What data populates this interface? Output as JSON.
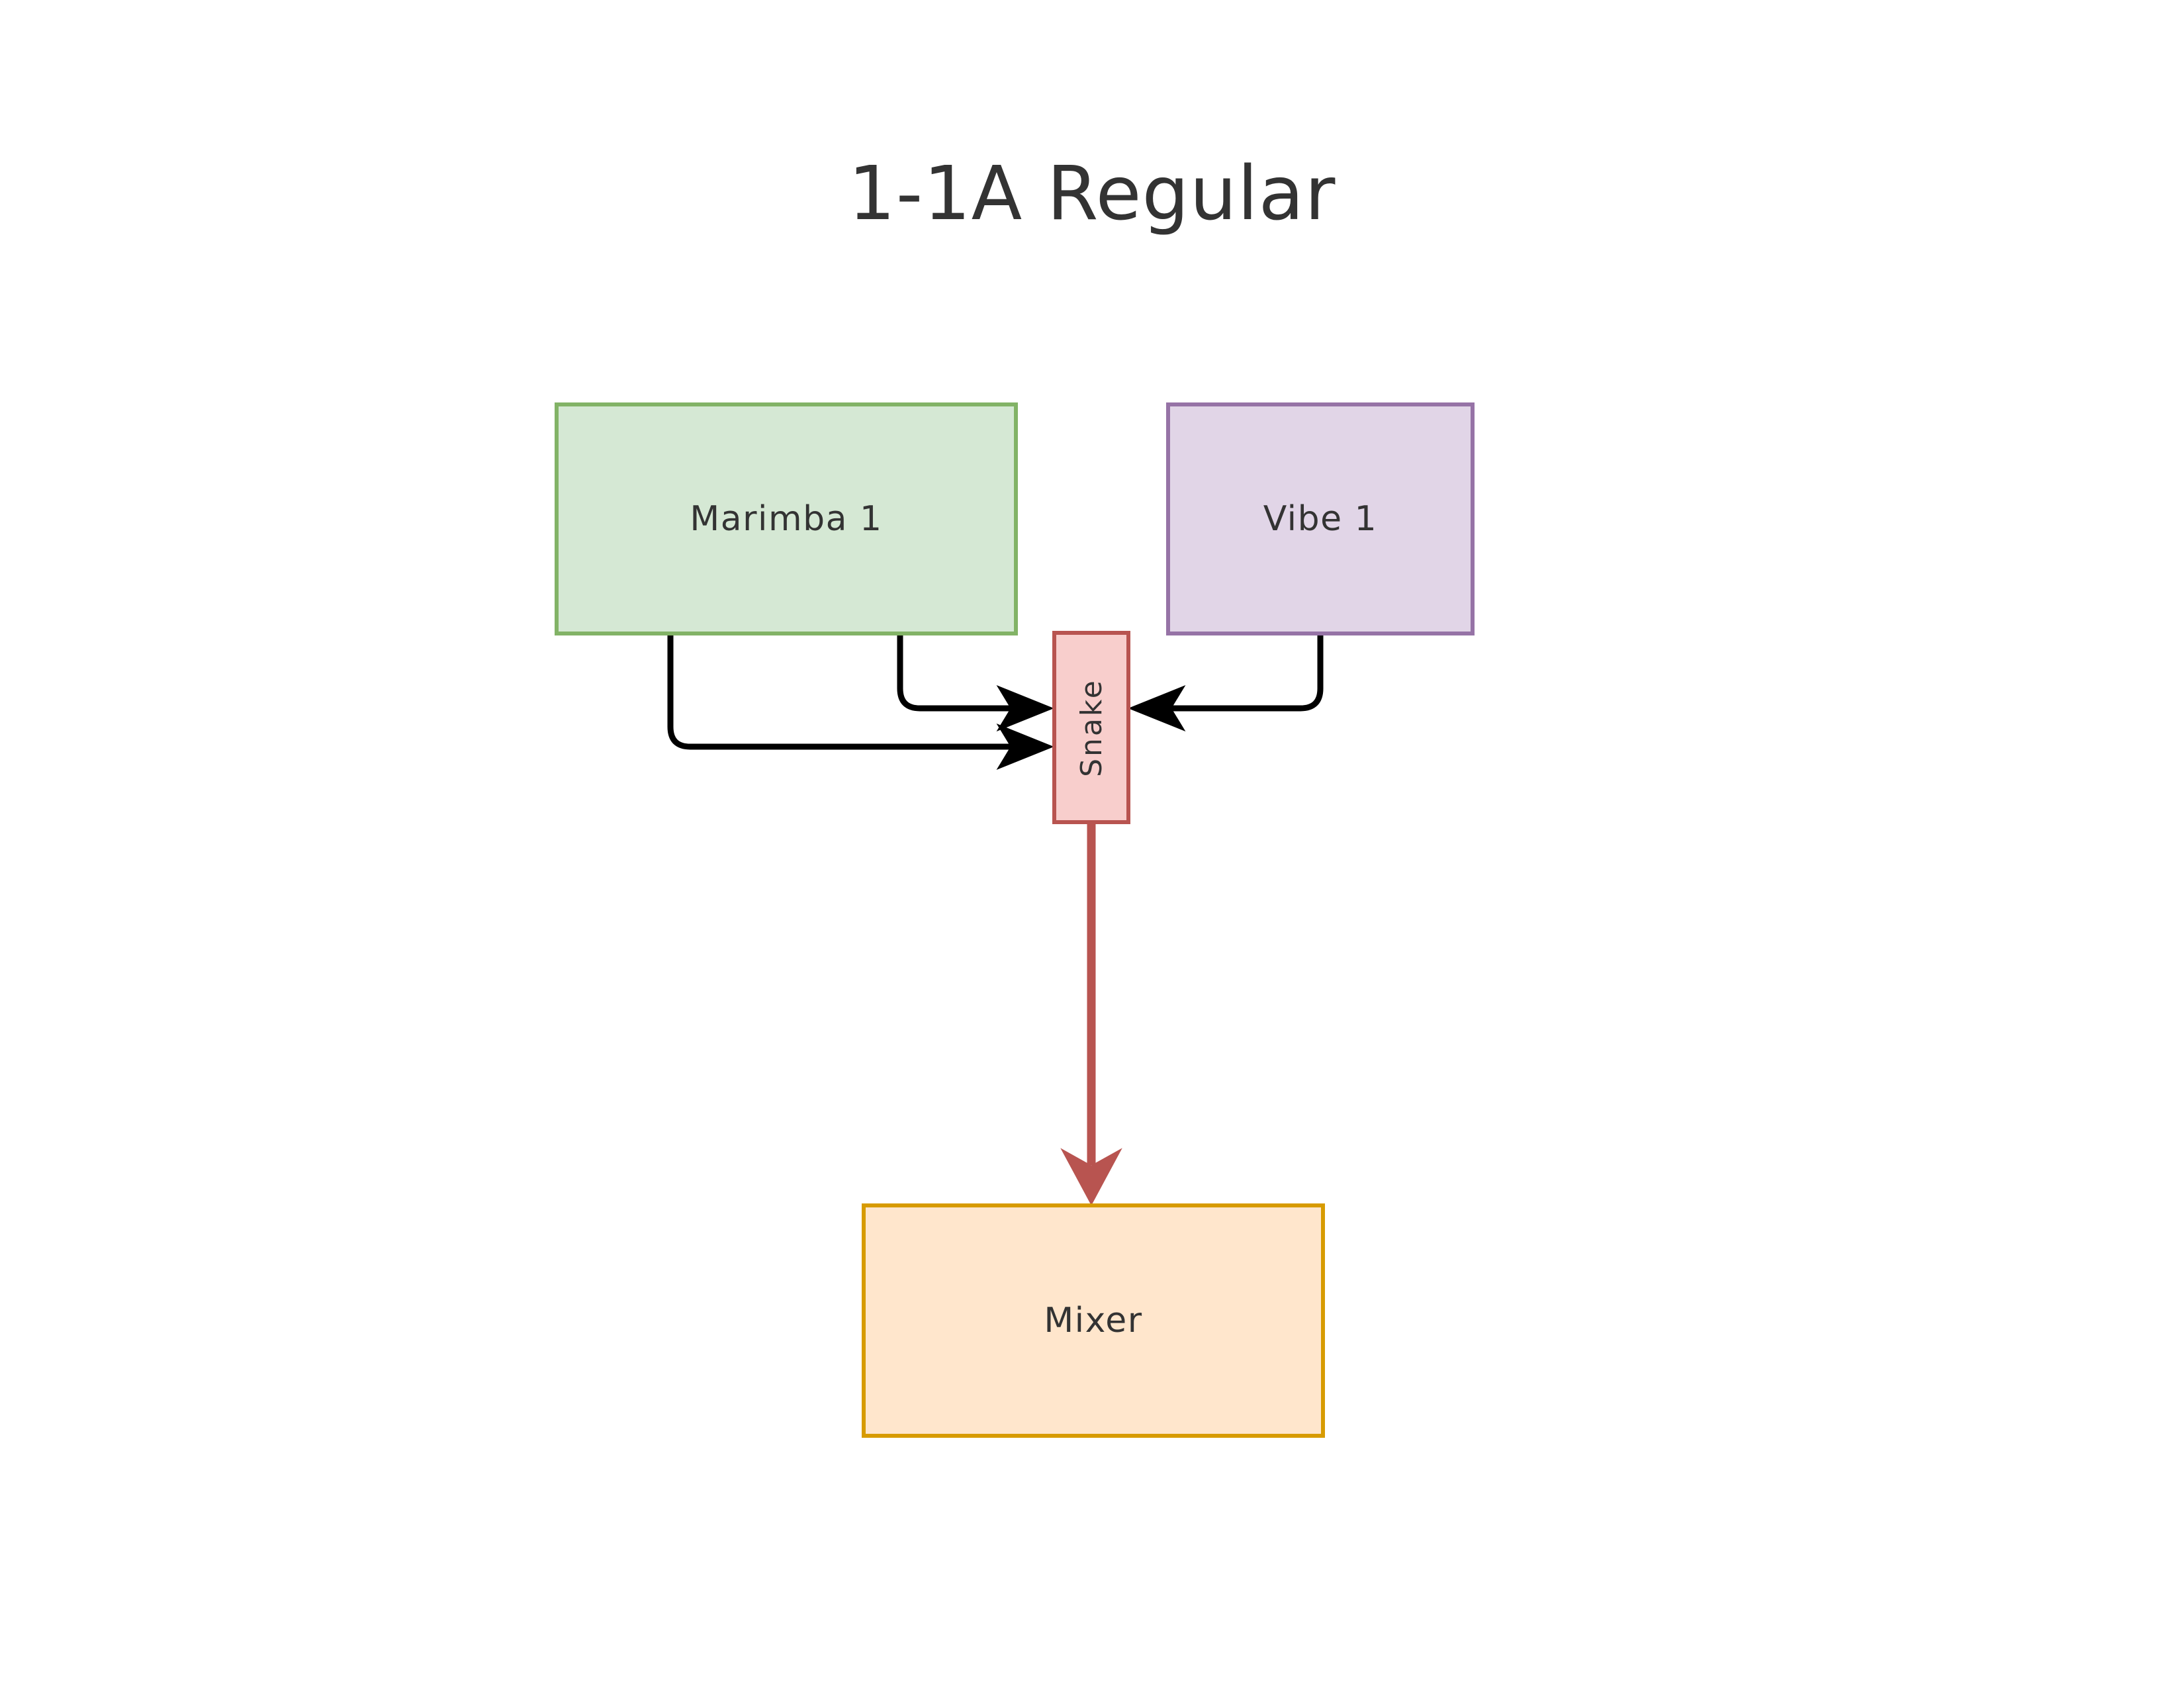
{
  "diagram": {
    "title": "1-1A Regular",
    "background_color": "#ffffff",
    "title_color": "#333333",
    "nodes": [
      {
        "id": "marimba-1",
        "label": "Marimba 1",
        "shape": "rectangle",
        "fill": "#d5e8d4",
        "stroke": "#82b366",
        "text_color": "#333333",
        "orientation": "horizontal"
      },
      {
        "id": "vibe-1",
        "label": "Vibe 1",
        "shape": "rectangle",
        "fill": "#e1d5e7",
        "stroke": "#9673a6",
        "text_color": "#333333",
        "orientation": "horizontal"
      },
      {
        "id": "snake",
        "label": "Snake",
        "shape": "rectangle",
        "fill": "#f8cecc",
        "stroke": "#b85450",
        "text_color": "#333333",
        "orientation": "vertical-rotated"
      },
      {
        "id": "mixer",
        "label": "Mixer",
        "shape": "rectangle",
        "fill": "#ffe6cc",
        "stroke": "#d79b00",
        "text_color": "#333333",
        "orientation": "horizontal"
      }
    ],
    "edges": [
      {
        "id": "marimba-to-snake-1",
        "from": "marimba-1",
        "to": "snake",
        "label": "",
        "color": "#000000",
        "style": "orthogonal",
        "arrowhead": "filled-triangle"
      },
      {
        "id": "marimba-to-snake-2",
        "from": "marimba-1",
        "to": "snake",
        "label": "",
        "color": "#000000",
        "style": "orthogonal",
        "arrowhead": "filled-triangle"
      },
      {
        "id": "vibe-to-snake",
        "from": "vibe-1",
        "to": "snake",
        "label": "",
        "color": "#000000",
        "style": "orthogonal",
        "arrowhead": "filled-triangle"
      },
      {
        "id": "snake-to-mixer",
        "from": "snake",
        "to": "mixer",
        "label": "",
        "color": "#b85450",
        "style": "straight-vertical",
        "arrowhead": "filled-triangle"
      }
    ]
  }
}
